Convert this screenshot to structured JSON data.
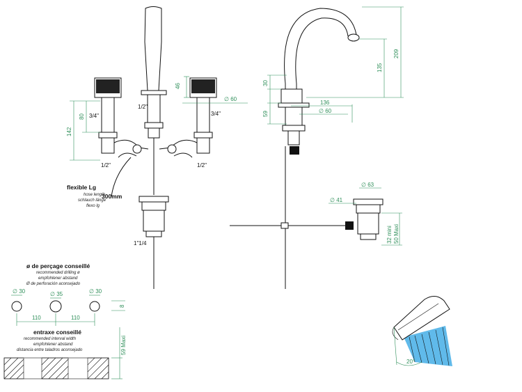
{
  "front_view": {
    "dims": {
      "d46": "46",
      "d80": "80",
      "d142": "142",
      "d60": "60"
    },
    "threads": {
      "t_half_top": "1/2\"",
      "t_34_left": "3/4\"",
      "t_34_right": "3/4\"",
      "t_half_left": "1/2\"",
      "t_half_right": "1/2\"",
      "waste": "1\"1/4"
    },
    "hose": {
      "title": "flexible Lg",
      "line1": "hose length",
      "line2": "schlauch länge",
      "line3": "flexo lg",
      "length": "300mm"
    }
  },
  "side_view": {
    "dims": {
      "d209": "209",
      "d135": "135",
      "d30": "30",
      "d59": "59",
      "d136": "136",
      "d60": "60",
      "d63": "63",
      "d41": "41",
      "d32": "32 mini",
      "d50": "50 Maxi"
    }
  },
  "drilling": {
    "title": "ø de perçage conseillé",
    "line1": "recommended drilling ø",
    "line2": "empfohlener abstand",
    "line3": "Ø de perforación aconsejado",
    "d30a": "30",
    "d35": "35",
    "d30b": "30",
    "d8": "8",
    "d110a": "110",
    "d110b": "110"
  },
  "interval": {
    "title": "entraxe conseillé",
    "line1": "recommended interval width",
    "line2": "empfohlener abstand",
    "line3": "distancia entre taladros aconsejado",
    "d59": "59 Maxi"
  },
  "spray": {
    "angle": "20°"
  },
  "colors": {
    "dimension": "#2f8f5a",
    "spray": "#4fb3e8",
    "line": "#111111"
  }
}
